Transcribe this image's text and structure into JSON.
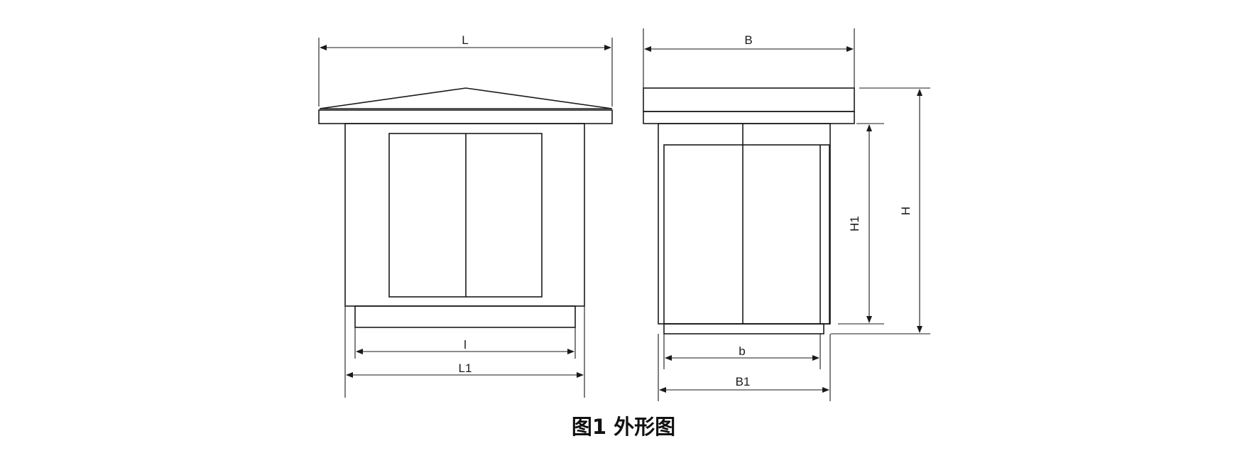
{
  "labels": {
    "front_length": "L",
    "base_length": "l",
    "body_length": "L1",
    "side_width": "B",
    "base_width": "b",
    "body_width": "B1",
    "total_height": "H",
    "body_height": "H1"
  },
  "caption": "图1 外形图"
}
